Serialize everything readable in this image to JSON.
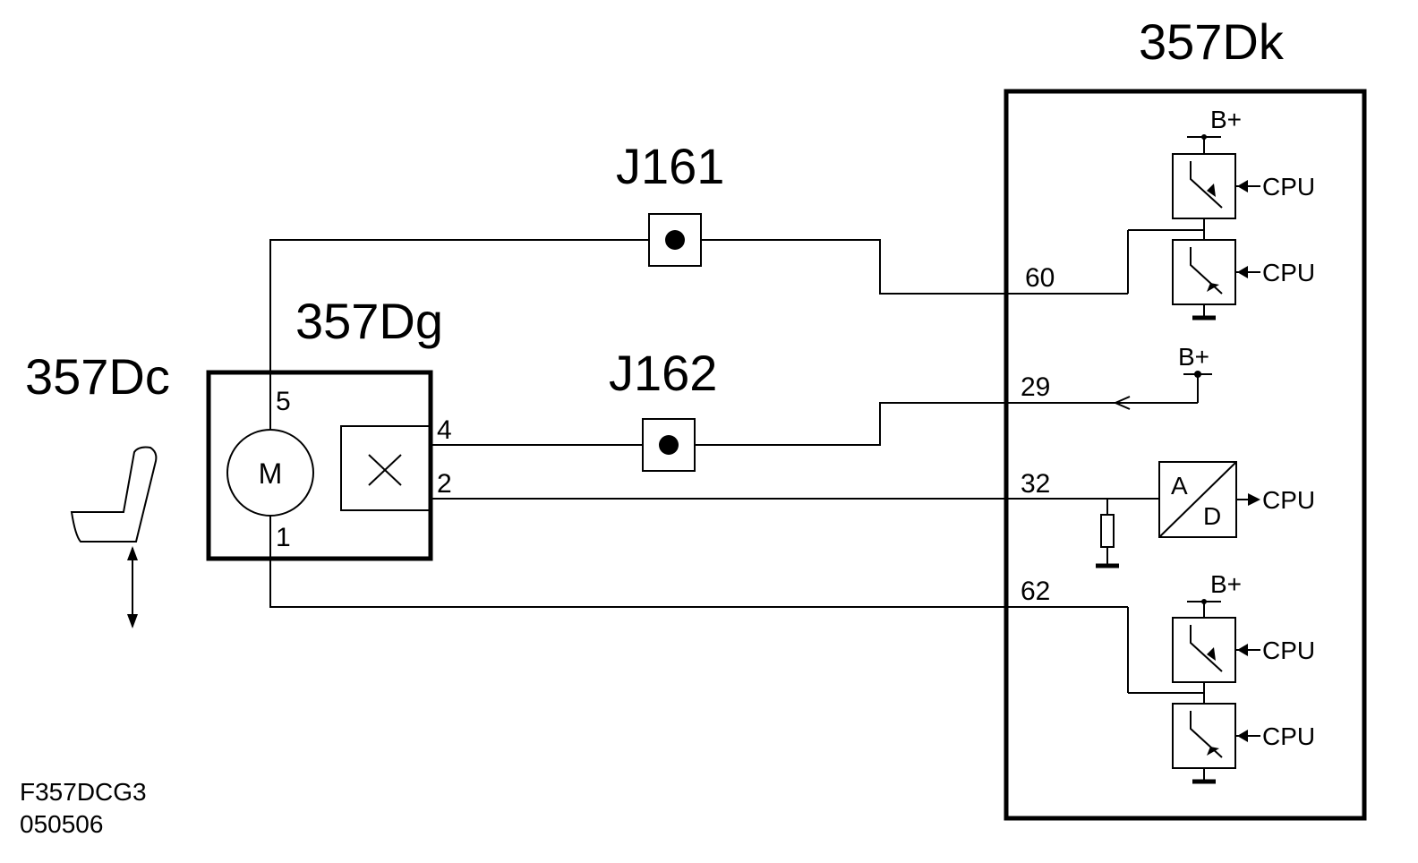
{
  "components": {
    "seat": "357Dc",
    "motor_unit": "357Dg",
    "control_unit": "357Dk",
    "junction_1": "J161",
    "junction_2": "J162"
  },
  "motor": {
    "symbol": "M",
    "sensor_symbol": "×"
  },
  "motor_pins": {
    "p5": "5",
    "p4": "4",
    "p2": "2",
    "p1": "1"
  },
  "ecu_pins": {
    "p60": "60",
    "p29": "29",
    "p32": "32",
    "p62": "62"
  },
  "labels": {
    "supply": "B+",
    "cpu": "CPU",
    "adc_a": "A",
    "adc_d": "D"
  },
  "footer": {
    "code": "F357DCG3",
    "date": "050506"
  }
}
